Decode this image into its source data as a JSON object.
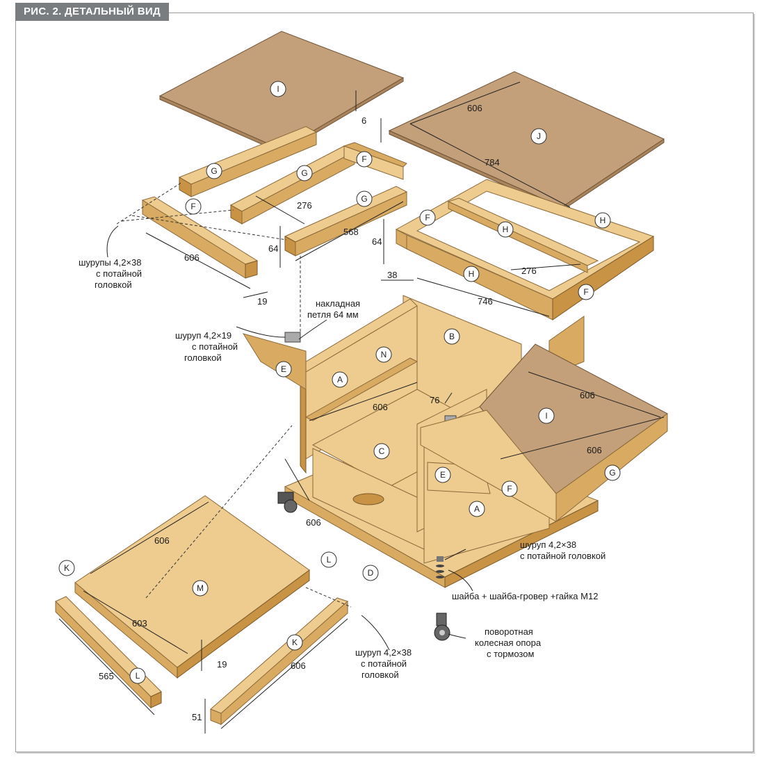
{
  "title": "РИС. 2. ДЕТАЛЬНЫЙ ВИД",
  "parts": {
    "I_top": "I",
    "J": "J",
    "G1": "G",
    "G2": "G",
    "G3": "G",
    "G4": "G",
    "F1": "F",
    "F2": "F",
    "F3": "F",
    "F4": "F",
    "F5": "F",
    "H1": "H",
    "H2": "H",
    "H3": "H",
    "A1": "A",
    "A2": "A",
    "B": "B",
    "C": "C",
    "D": "D",
    "E1": "E",
    "E2": "E",
    "N": "N",
    "I_side": "I",
    "M": "M",
    "K1": "K",
    "K2": "K",
    "L1": "L",
    "L2": "L"
  },
  "dimensions": {
    "d6": "6",
    "d606_j": "606",
    "d784": "784",
    "d276_a": "276",
    "d568": "568",
    "d64_a": "64",
    "d64_b": "64",
    "d606_f": "606",
    "d19_a": "19",
    "d38": "38",
    "d746": "746",
    "d276_b": "276",
    "d606_inner": "606",
    "d76": "76",
    "d606_i1": "606",
    "d606_i2": "606",
    "d606_front": "606",
    "d606_m": "606",
    "d603": "603",
    "d19_b": "19",
    "d565": "565",
    "d606_k": "606",
    "d51": "51"
  },
  "annotations": {
    "screws_left": [
      "шурупы 4,2×38",
      "с потайной",
      "головкой"
    ],
    "hinge": [
      "накладная",
      "петля 64 мм"
    ],
    "screw_19": [
      "шуруп 4,2×19",
      "с потайной",
      "головкой"
    ],
    "screw_38_right": [
      "шуруп 4,2×38",
      "с потайной головкой"
    ],
    "washer": "шайба + шайба-гровер +гайка М12",
    "caster": [
      "поворотная",
      "колесная опора",
      "с тормозом"
    ],
    "screw_38_bottom": [
      "шуруп 4,2×38",
      "с потайной",
      "головкой"
    ]
  },
  "colors": {
    "plywood": "#eecb8e",
    "hardboard": "#c4a07a",
    "title_bg": "#7a7d80"
  }
}
